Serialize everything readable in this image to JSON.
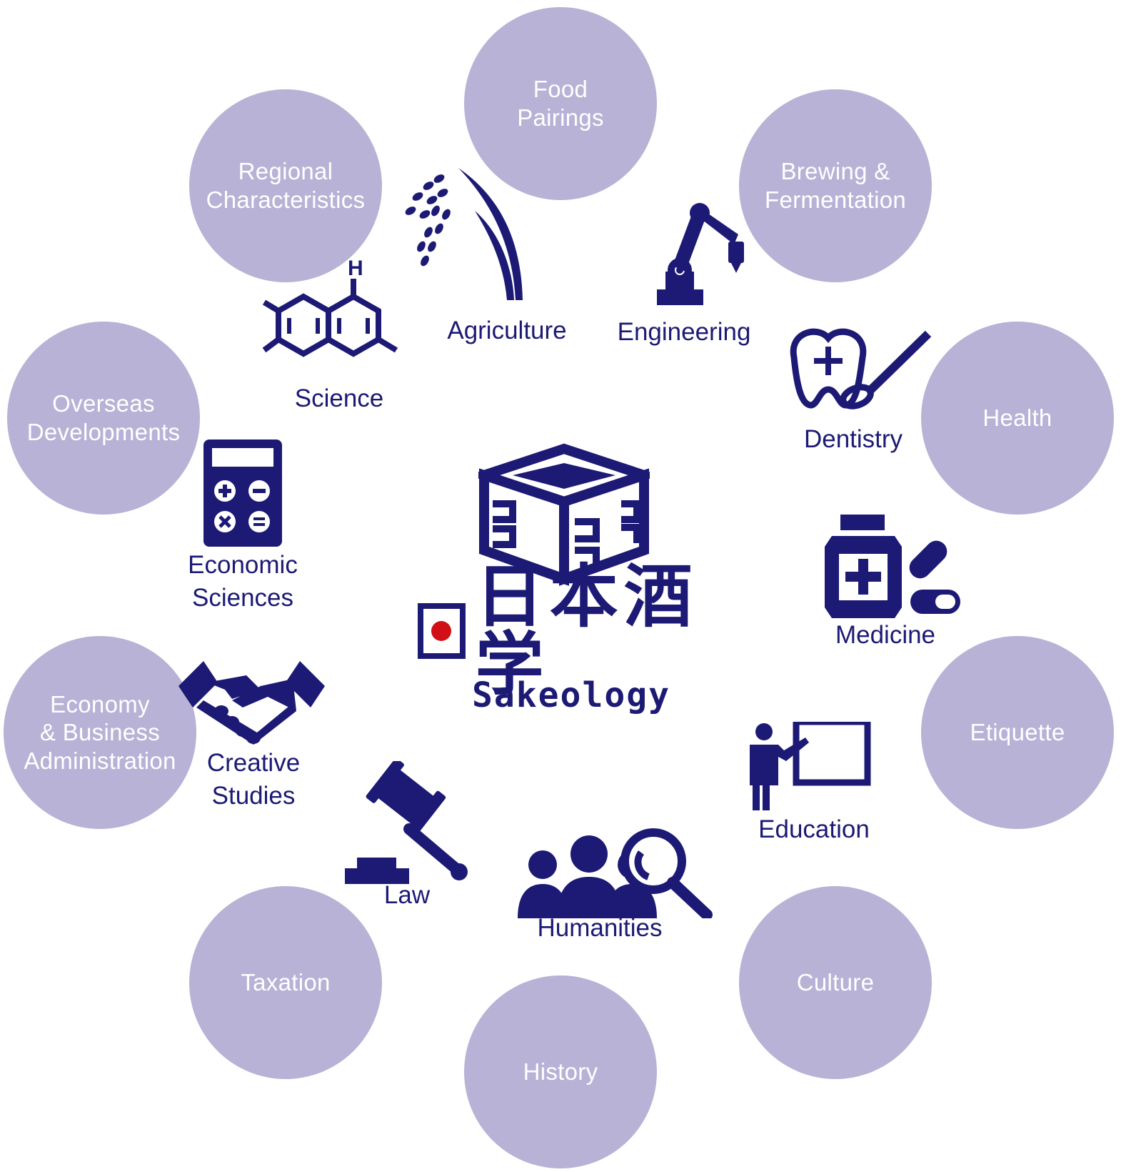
{
  "colors": {
    "circle": "#b7b2d6",
    "icon": "#1c1a74",
    "accent": "#d10f16"
  },
  "center": {
    "title": "日本酒学",
    "subtitle": "Sakeology",
    "icon": "sake-masu-box-icon"
  },
  "circles": [
    {
      "name": "food-pairings",
      "label": "Food\nPairings"
    },
    {
      "name": "brewing-fermentation",
      "label": "Brewing &\nFermentation"
    },
    {
      "name": "health",
      "label": "Health"
    },
    {
      "name": "etiquette",
      "label": "Etiquette"
    },
    {
      "name": "culture",
      "label": "Culture"
    },
    {
      "name": "history",
      "label": "History"
    },
    {
      "name": "taxation",
      "label": "Taxation"
    },
    {
      "name": "economy-business",
      "label": "Economy\n& Business\nAdministration"
    },
    {
      "name": "overseas-developments",
      "label": "Overseas\nDevelopments"
    },
    {
      "name": "regional-characteristics",
      "label": "Regional\nCharacteristics"
    }
  ],
  "fields": [
    {
      "name": "agriculture",
      "label": "Agriculture",
      "icon": "rice-plant-icon"
    },
    {
      "name": "engineering",
      "label": "Engineering",
      "icon": "robot-arm-icon"
    },
    {
      "name": "dentistry",
      "label": "Dentistry",
      "icon": "tooth-mirror-icon"
    },
    {
      "name": "medicine",
      "label": "Medicine",
      "icon": "medicine-bottle-icon"
    },
    {
      "name": "education",
      "label": "Education",
      "icon": "teacher-board-icon"
    },
    {
      "name": "humanities",
      "label": "Humanities",
      "icon": "people-magnifier-icon"
    },
    {
      "name": "law",
      "label": "Law",
      "icon": "gavel-icon"
    },
    {
      "name": "creative-studies",
      "label": "Creative\nStudies",
      "icon": "handshake-icon"
    },
    {
      "name": "economic-sciences",
      "label": "Economic\nSciences",
      "icon": "calculator-icon"
    },
    {
      "name": "science",
      "label": "Science",
      "icon": "molecule-icon"
    }
  ]
}
